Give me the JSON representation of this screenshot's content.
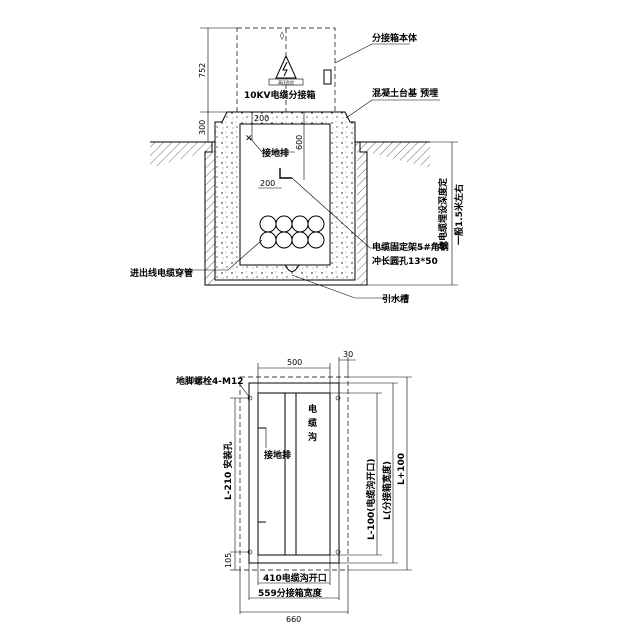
{
  "elevation": {
    "cabinet_body_label": "分接箱本体",
    "cabinet_name": "10KV电缆分接箱",
    "warning_sign_text": "高压危险",
    "foundation_label": "混凝土台基 预埋",
    "ground_bar_label": "接地排",
    "bracket_label": "电缆固定架5#角钢",
    "slot_label": "冲长圆孔13*50",
    "conduit_label": "进出线电缆穿管",
    "drain_label": "引水槽",
    "depth_note_line1": "依电缆埋设深度定",
    "depth_note_line2": "一般1.5米左右",
    "dim_cabinet_height": "752",
    "dim_base_height": "300",
    "dim_wall_200_top": "200",
    "dim_600": "600",
    "dim_200_mid": "200"
  },
  "plan": {
    "dim_500": "500",
    "dim_30": "30",
    "anchor_bolt_label": "地脚螺栓4-M12",
    "trench_label": [
      "电",
      "缆",
      "沟"
    ],
    "ground_bar_label": "接地排",
    "mount_hole_label": "L-210 安装孔",
    "dim_105": "105",
    "trench_opening_label": "410电缆沟开口",
    "cabinet_width_label": "559分接箱宽度",
    "dim_660": "660",
    "trench_length_label": "L-100(电缆沟开口)",
    "cabinet_length_label": "L(分接箱宽度)",
    "total_length_label": "L+100"
  }
}
